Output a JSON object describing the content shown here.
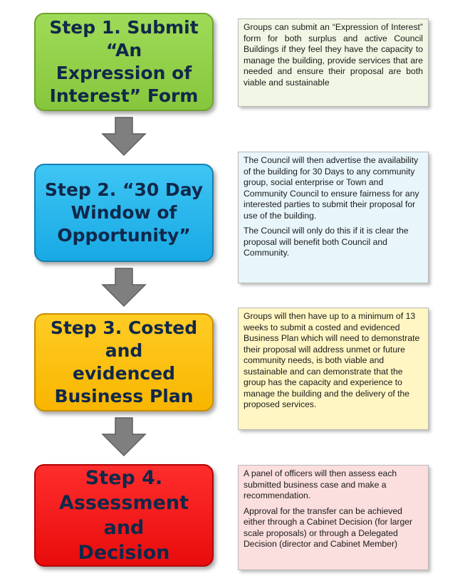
{
  "steps": [
    {
      "lines": [
        "Step 1. Submit “An",
        "Expression of",
        "Interest” Form"
      ],
      "color": "#8dcf45"
    },
    {
      "lines": [
        "Step 2. “30 Day",
        "Window of",
        "Opportunity”"
      ],
      "color": "#22b2ea"
    },
    {
      "lines": [
        "Step 3. Costed and",
        "evidenced",
        "Business Plan"
      ],
      "color": "#fcbf0a"
    },
    {
      "lines": [
        "Step 4.",
        "Assessment and",
        "Decision"
      ],
      "color": "#f51a1a"
    }
  ],
  "notes": [
    {
      "paragraphs": [
        "Groups can submit an “Expression of Interest” form for both surplus and active Council Buildings if they feel they have the capacity to manage the building, provide services that are needed and ensure their proposal are both viable and sustainable"
      ],
      "bg": "#f1f7e4"
    },
    {
      "paragraphs": [
        "The Council will then advertise the availability of the building for 30 Days to any community group, social enterprise or Town and Community Council to ensure fairness for any interested parties to submit their proposal for use of the building.",
        "The Council will only do this if it is clear the proposal will benefit both Council and Community."
      ],
      "bg": "#e8f6fc"
    },
    {
      "paragraphs": [
        "Groups will then have up to a minimum of 13 weeks to submit a costed and evidenced Business Plan which will need to demonstrate their proposal will address unmet or future community needs, is both viable and sustainable and can demonstrate that the group has the capacity and experience to manage the building and the delivery of the proposed services."
      ],
      "bg": "#fff6c4"
    },
    {
      "paragraphs": [
        "A panel of officers will then assess each submitted business case and make a recommendation.",
        "Approval for the transfer can be achieved either through a Cabinet Decision (for larger scale proposals) or through a Delegated Decision (director and Cabinet Member)"
      ],
      "bg": "#fbdede"
    }
  ],
  "arrows": [
    {
      "icon": "down-arrow-icon",
      "color": "#7f7f7f"
    },
    {
      "icon": "down-arrow-icon",
      "color": "#7f7f7f"
    },
    {
      "icon": "down-arrow-icon",
      "color": "#7f7f7f"
    }
  ]
}
